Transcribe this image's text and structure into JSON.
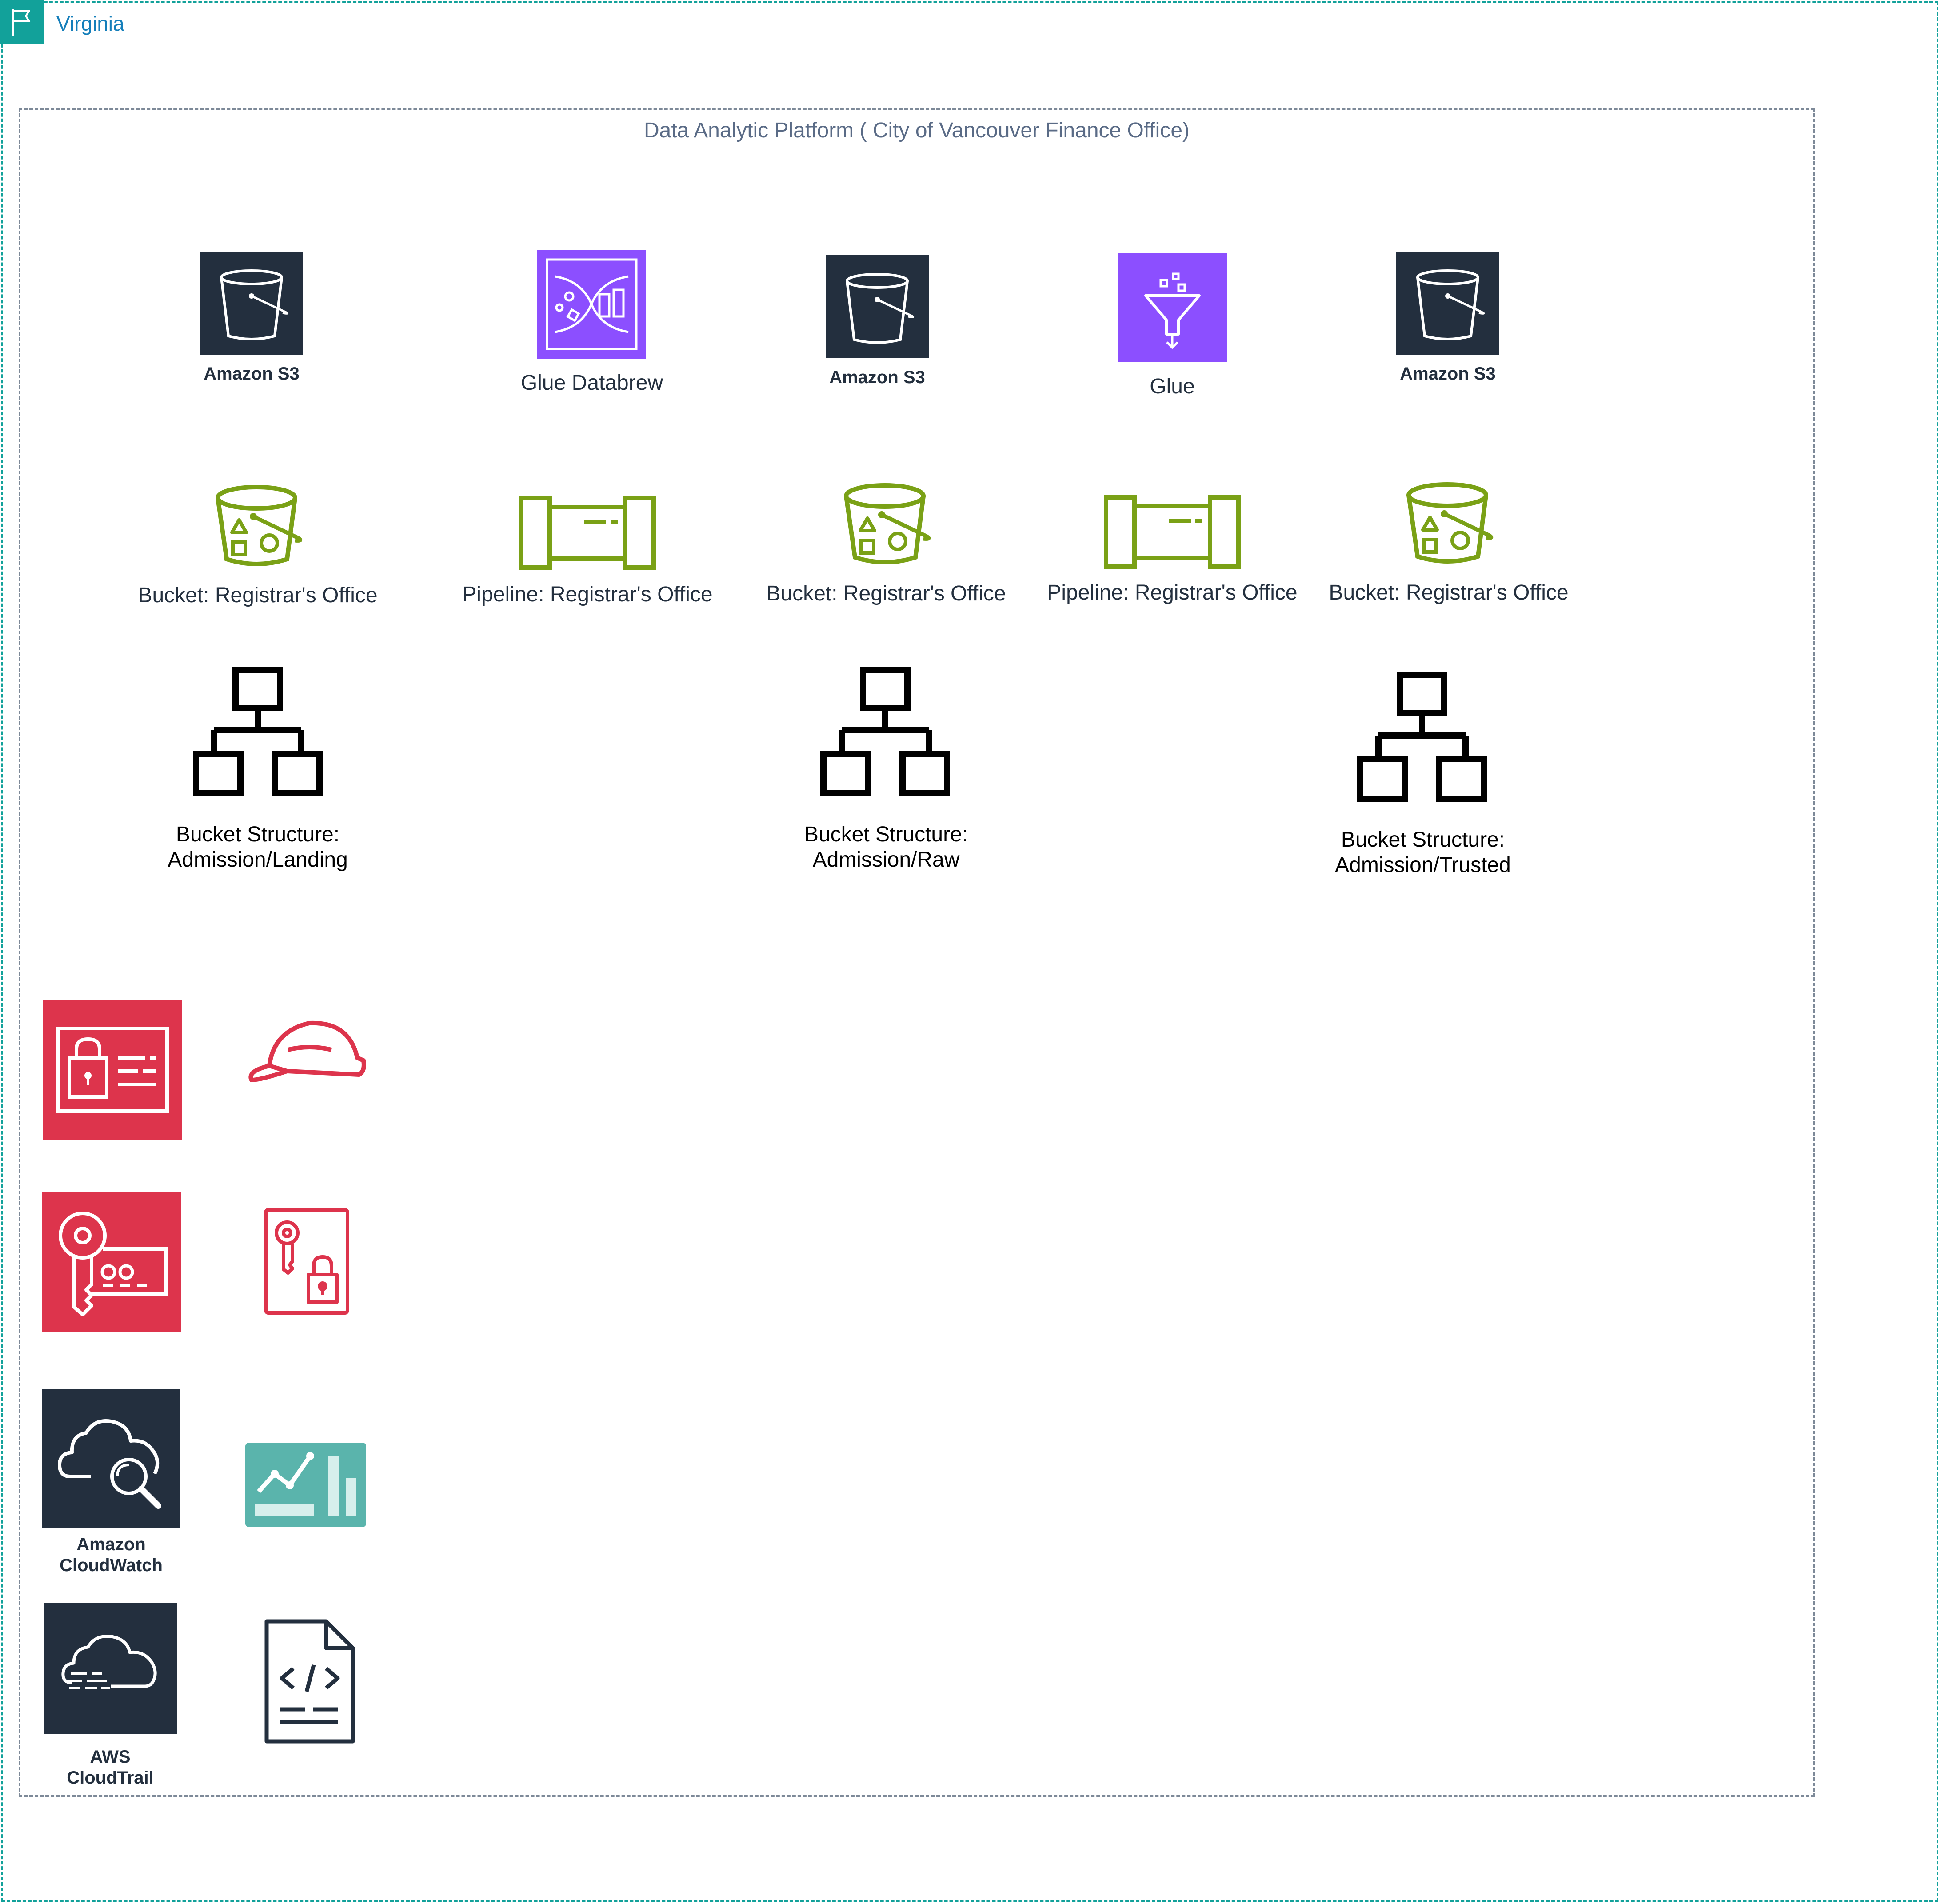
{
  "region": {
    "label": "Virginia"
  },
  "group": {
    "label": "Data Analytic Platform ( City of Vancouver Finance Office)"
  },
  "services": {
    "s3_1": "Amazon S3",
    "databrew": "Glue Databrew",
    "s3_2": "Amazon S3",
    "glue": "Glue",
    "s3_3": "Amazon S3"
  },
  "resources": {
    "bucket_1": "Bucket: Registrar's Office",
    "pipeline_1": "Pipeline: Registrar's Office",
    "bucket_2": "Bucket: Registrar's Office",
    "pipeline_2": "Pipeline: Registrar's Office",
    "bucket_3": "Bucket: Registrar's Office"
  },
  "structures": {
    "landing": [
      "Bucket Structure:",
      "Admission/Landing"
    ],
    "raw": [
      "Bucket Structure:",
      "Admission/Raw"
    ],
    "trusted": [
      "Bucket Structure:",
      "Admission/Trusted"
    ]
  },
  "monitoring": {
    "cloudwatch": [
      "Amazon",
      "CloudWatch"
    ],
    "cloudtrail": [
      "AWS",
      "CloudTrail"
    ]
  },
  "colors": {
    "region_border": "#12a19a",
    "region_text": "#147eba",
    "group_border": "#7d8998",
    "group_text": "#5a6b86",
    "s3_bg": "#232f3e",
    "analytics_purple": "#8c4fff",
    "storage_green": "#7aa116",
    "security_red": "#dd344c",
    "mgmt_teal": "#5ab4ac"
  },
  "icons": [
    "region-flag-icon",
    "s3-bucket-icon",
    "databrew-icon",
    "glue-funnel-icon",
    "bucket-resource-icon",
    "pipeline-icon",
    "hierarchy-icon",
    "iam-identity-icon",
    "helmet-icon",
    "secrets-key-icon",
    "encrypted-key-doc-icon",
    "cloudwatch-icon",
    "dashboard-chart-icon",
    "cloudtrail-icon",
    "code-document-icon"
  ]
}
